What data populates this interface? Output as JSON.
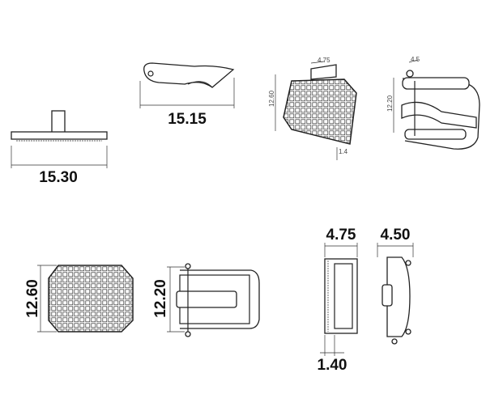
{
  "dimensions": {
    "side_width": "15.30",
    "tongue_length": "15.15",
    "front_height": "12.60",
    "buckle_height": "12.20",
    "front_depth": "4.75",
    "buckle_depth": "4.50",
    "plate_thickness": "1.40"
  },
  "iso_labels": {
    "front_depth": "4.75",
    "front_height": "12.60",
    "plate_thickness": "1.4",
    "buckle_depth": "4.5",
    "buckle_height": "12.20"
  }
}
